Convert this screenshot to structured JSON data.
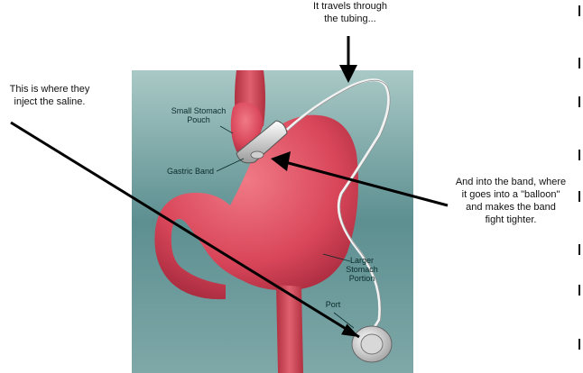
{
  "colors": {
    "background_panel": "#5d8f91",
    "stomach": "#d9465a",
    "stomach_highlight": "#f07a86",
    "tubing": "#eeeeee",
    "arrow": "#000000"
  },
  "annotations": {
    "top_note": [
      "It travels through",
      "the tubing..."
    ],
    "left_note": [
      "This is where they",
      "inject the saline."
    ],
    "right_note": [
      "And into the band, where",
      "it goes into a \"balloon\"",
      "and makes the band",
      "fight tighter."
    ]
  },
  "labels": {
    "pouch": [
      "Small Stomach",
      "Pouch"
    ],
    "band": [
      "Gastric Band"
    ],
    "larger": [
      "Larger",
      "Stomach",
      "Portion"
    ],
    "port": [
      "Port"
    ]
  }
}
